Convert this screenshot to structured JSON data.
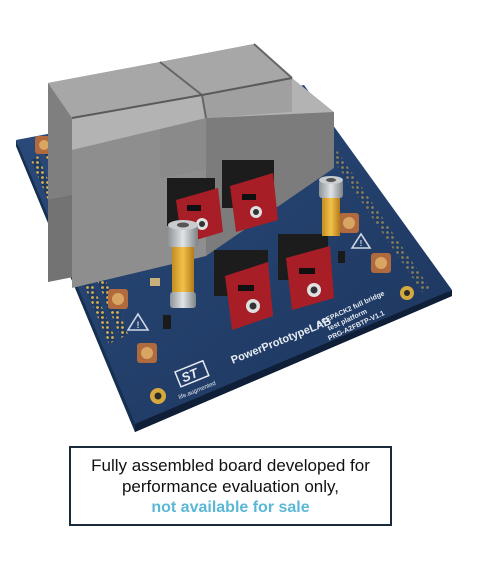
{
  "board": {
    "silkscreen_title": [
      "ACEPACK2 full bridge",
      "test platform",
      "PRG-A2FBTP-V1.1"
    ],
    "brand_tagline": "life.augmented",
    "lab_logo": "PowerPrototypeLAB"
  },
  "notice": {
    "line1": "Fully assembled board developed for",
    "line2": "performance evaluation only,",
    "warning": "not available for sale"
  },
  "colors": {
    "pcb": "#233f6b",
    "heatsink": "#8b8b8b",
    "module_red": "#a81e26",
    "warning_text": "#5bb7d6",
    "frame": "#1b2a3a"
  }
}
